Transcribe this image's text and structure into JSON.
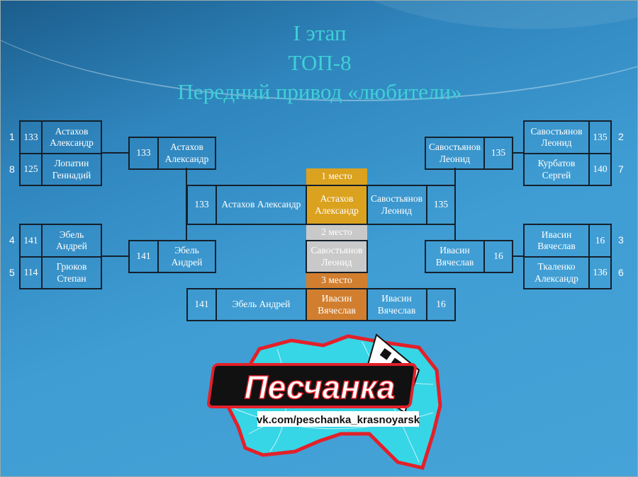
{
  "title": {
    "line1": "I этап",
    "line2": "ТОП-8",
    "line3": "Передний  привод «любители»"
  },
  "left_r1": [
    {
      "seed": "1",
      "score": "133",
      "name": "Астахов\nАлександр"
    },
    {
      "seed": "8",
      "score": "125",
      "name": "Лопатин\nГеннадий"
    },
    {
      "seed": "4",
      "score": "141",
      "name": "Эбель\nАндрей"
    },
    {
      "seed": "5",
      "score": "114",
      "name": "Грюков\nСтепан"
    }
  ],
  "right_r1": [
    {
      "seed": "2",
      "score": "135",
      "name": "Савостьянов\nЛеонид"
    },
    {
      "seed": "7",
      "score": "140",
      "name": "Курбатов\nСергей"
    },
    {
      "seed": "3",
      "score": "16",
      "name": "Ивасин\nВячеслав"
    },
    {
      "seed": "6",
      "score": "136",
      "name": "Ткаленко\nАлександр"
    }
  ],
  "left_r2": [
    {
      "score": "133",
      "name": "Астахов\nАлександр"
    },
    {
      "score": "141",
      "name": "Эбель\nАндрей"
    }
  ],
  "right_r2": [
    {
      "score": "135",
      "name": "Савостьянов\nЛеонид"
    },
    {
      "score": "16",
      "name": "Ивасин\nВячеслав"
    }
  ],
  "final": {
    "left_score": "133",
    "left_name": "Астахов Александр",
    "right_name": "Савостьянов\nЛеонид",
    "right_score": "135"
  },
  "third": {
    "left_score": "141",
    "left_name": "Эбель Андрей",
    "right_name": "Ивасин\nВячеслав",
    "right_score": "16"
  },
  "places": [
    {
      "label": "1 место",
      "name": "Астахов\nАлександр",
      "color": "#dba21f"
    },
    {
      "label": "2 место",
      "name": "Савостьянов\nЛеонид",
      "color": "#c9c9c9"
    },
    {
      "label": "3 место",
      "name": "Ивасин\nВячеслав",
      "color": "#d17f2f"
    }
  ],
  "logo": {
    "name": "Песчанка",
    "url": "vk.com/peschanka_krasnoyarsk"
  }
}
